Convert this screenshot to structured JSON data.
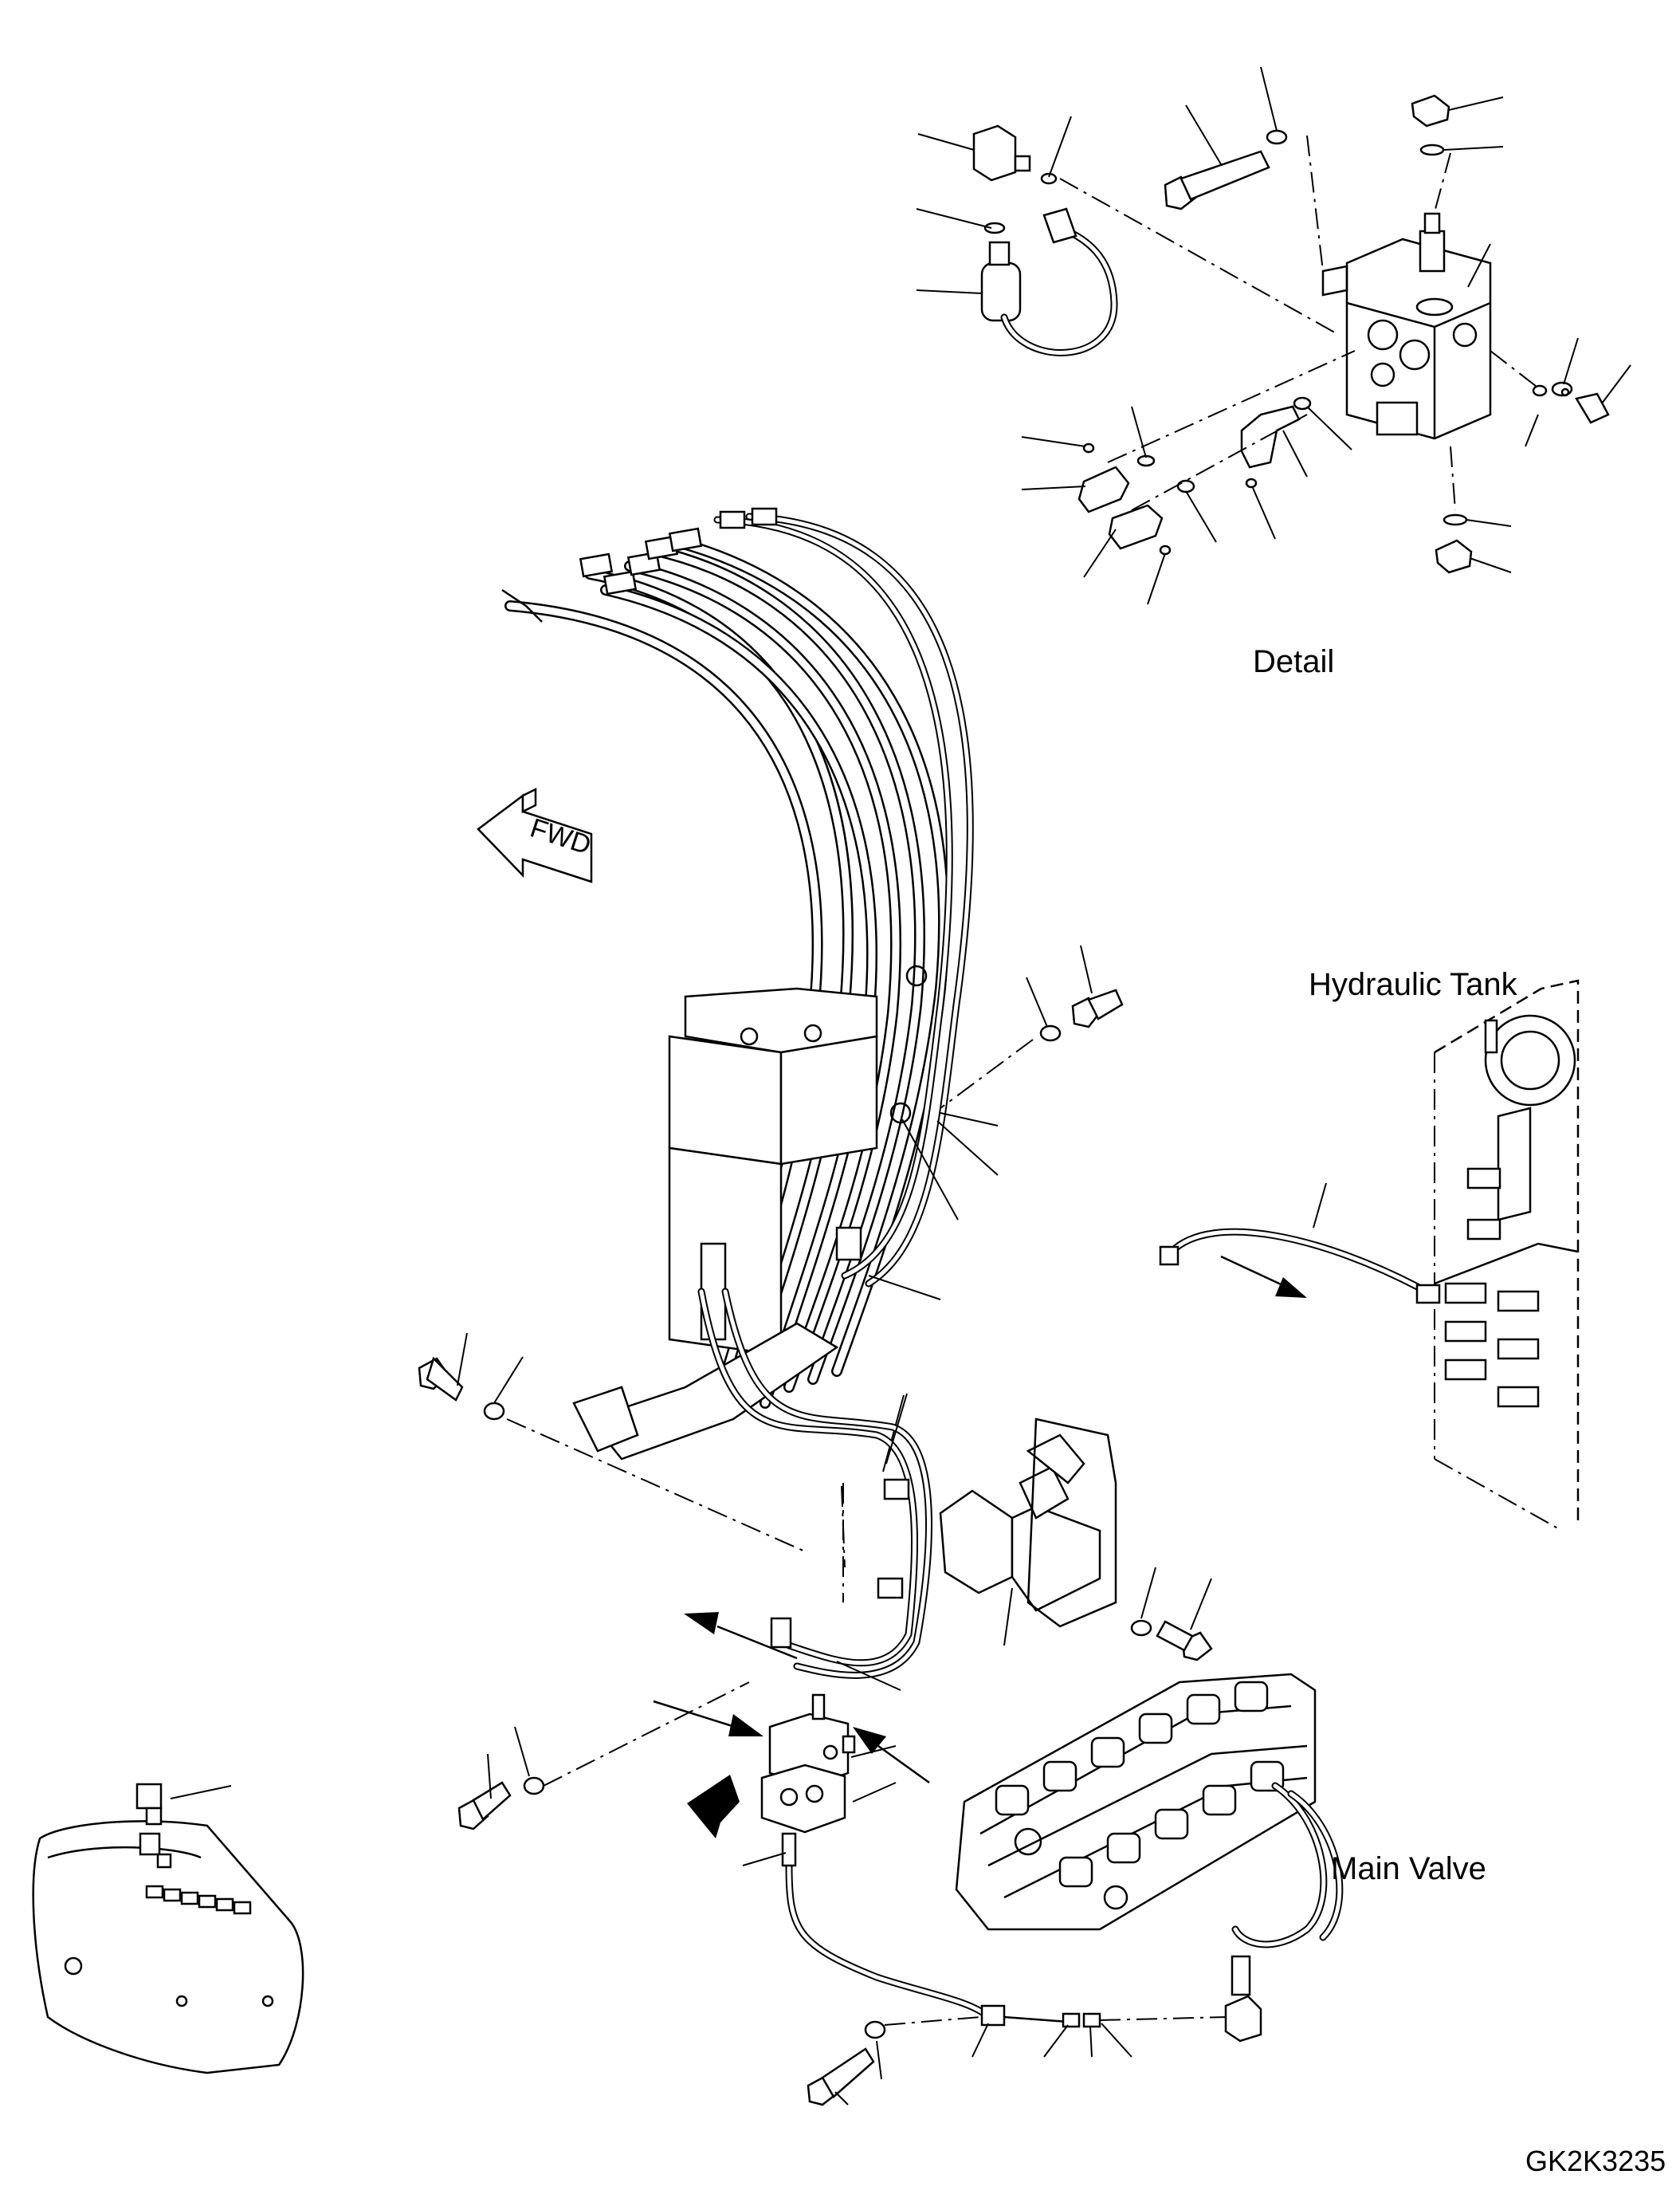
{
  "labels": {
    "detail": "Detail",
    "hydraulic_tank": "Hydraulic Tank",
    "main_valve": "Main Valve",
    "drawing_code": "GK2K3235",
    "forward_mark": "FWD"
  }
}
